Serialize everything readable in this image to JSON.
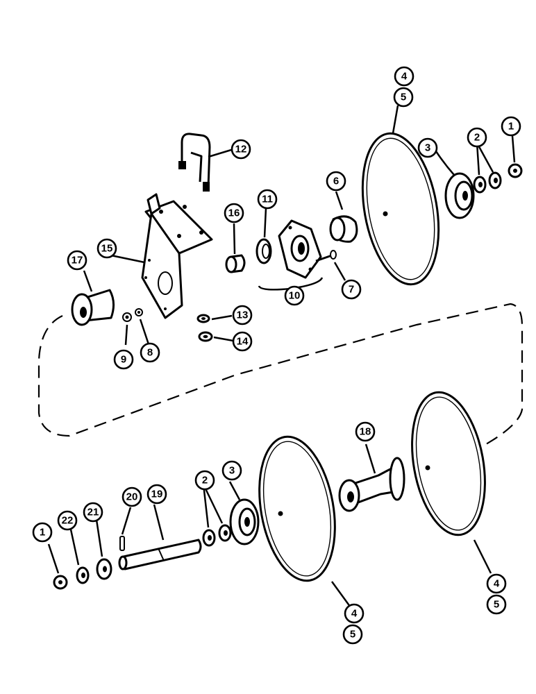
{
  "callouts": {
    "c1a": "1",
    "c2a": "2",
    "c3a": "3",
    "c4a": "4",
    "c5a": "5",
    "c6": "6",
    "c7": "7",
    "c8": "8",
    "c9": "9",
    "c10": "10",
    "c11": "11",
    "c12": "12",
    "c13": "13",
    "c14": "14",
    "c15": "15",
    "c16": "16",
    "c17": "17",
    "c18": "18",
    "c1b": "1",
    "c2b": "2",
    "c3b": "3",
    "c19": "19",
    "c20": "20",
    "c21": "21",
    "c22": "22",
    "c4b": "4",
    "c5b": "5",
    "c4c": "4",
    "c5c": "5"
  }
}
